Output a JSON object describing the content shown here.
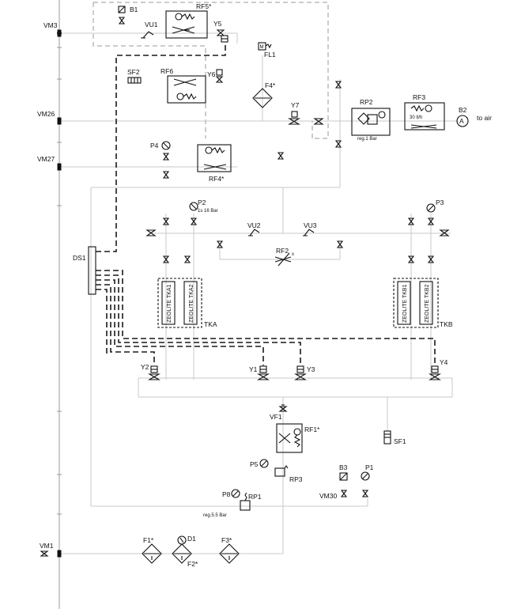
{
  "labels": {
    "b1": "B1",
    "rf5": "RF5*",
    "vm3": "VM3",
    "vu1": "VU1",
    "y5": "Y5",
    "fl1": "FL1",
    "sf2": "SF2",
    "rf6": "RF6",
    "y6": "Y6",
    "f4": "F4*",
    "vm26": "VM26",
    "y7": "Y7",
    "rp2": "RP2",
    "rp2_note": "reg.1 Bar",
    "rf3": "RF3",
    "rf3_note": "30 lt/h",
    "b2": "B2",
    "b2_symbol": "A",
    "to_air": "to air",
    "p4": "P4",
    "rf4": "RF4*",
    "vm27": "VM27",
    "p2": "P2",
    "p2_note": "1s 16 Bar",
    "p3": "P3",
    "vu2": "VU2",
    "vu3": "VU3",
    "rf2": "RF2",
    "rf2_x": "x",
    "ds1": "DS1",
    "tka1": "ZEOLITE TKA1",
    "tka2": "ZEOLITE TKA2",
    "tka": "TKA",
    "tkb1": "ZEOLITE TKB1",
    "tkb2": "ZEOLITE TKB2",
    "tkb": "TKB",
    "y2": "Y2",
    "y1": "Y1",
    "y3": "Y3",
    "y4": "Y4",
    "vf1": "VF1",
    "rf1": "RF1*",
    "sf1": "SF1",
    "p5": "P5",
    "rp3": "RP3",
    "b3": "B3",
    "p1": "P1",
    "vm30": "VM30",
    "p8": "P8",
    "rp1": "RP1",
    "rp1_note": "reg.5.5 Bar",
    "vm1": "VM1",
    "f1": "F1*",
    "d1": "D1",
    "f2": "F2*",
    "f3": "F3*"
  }
}
